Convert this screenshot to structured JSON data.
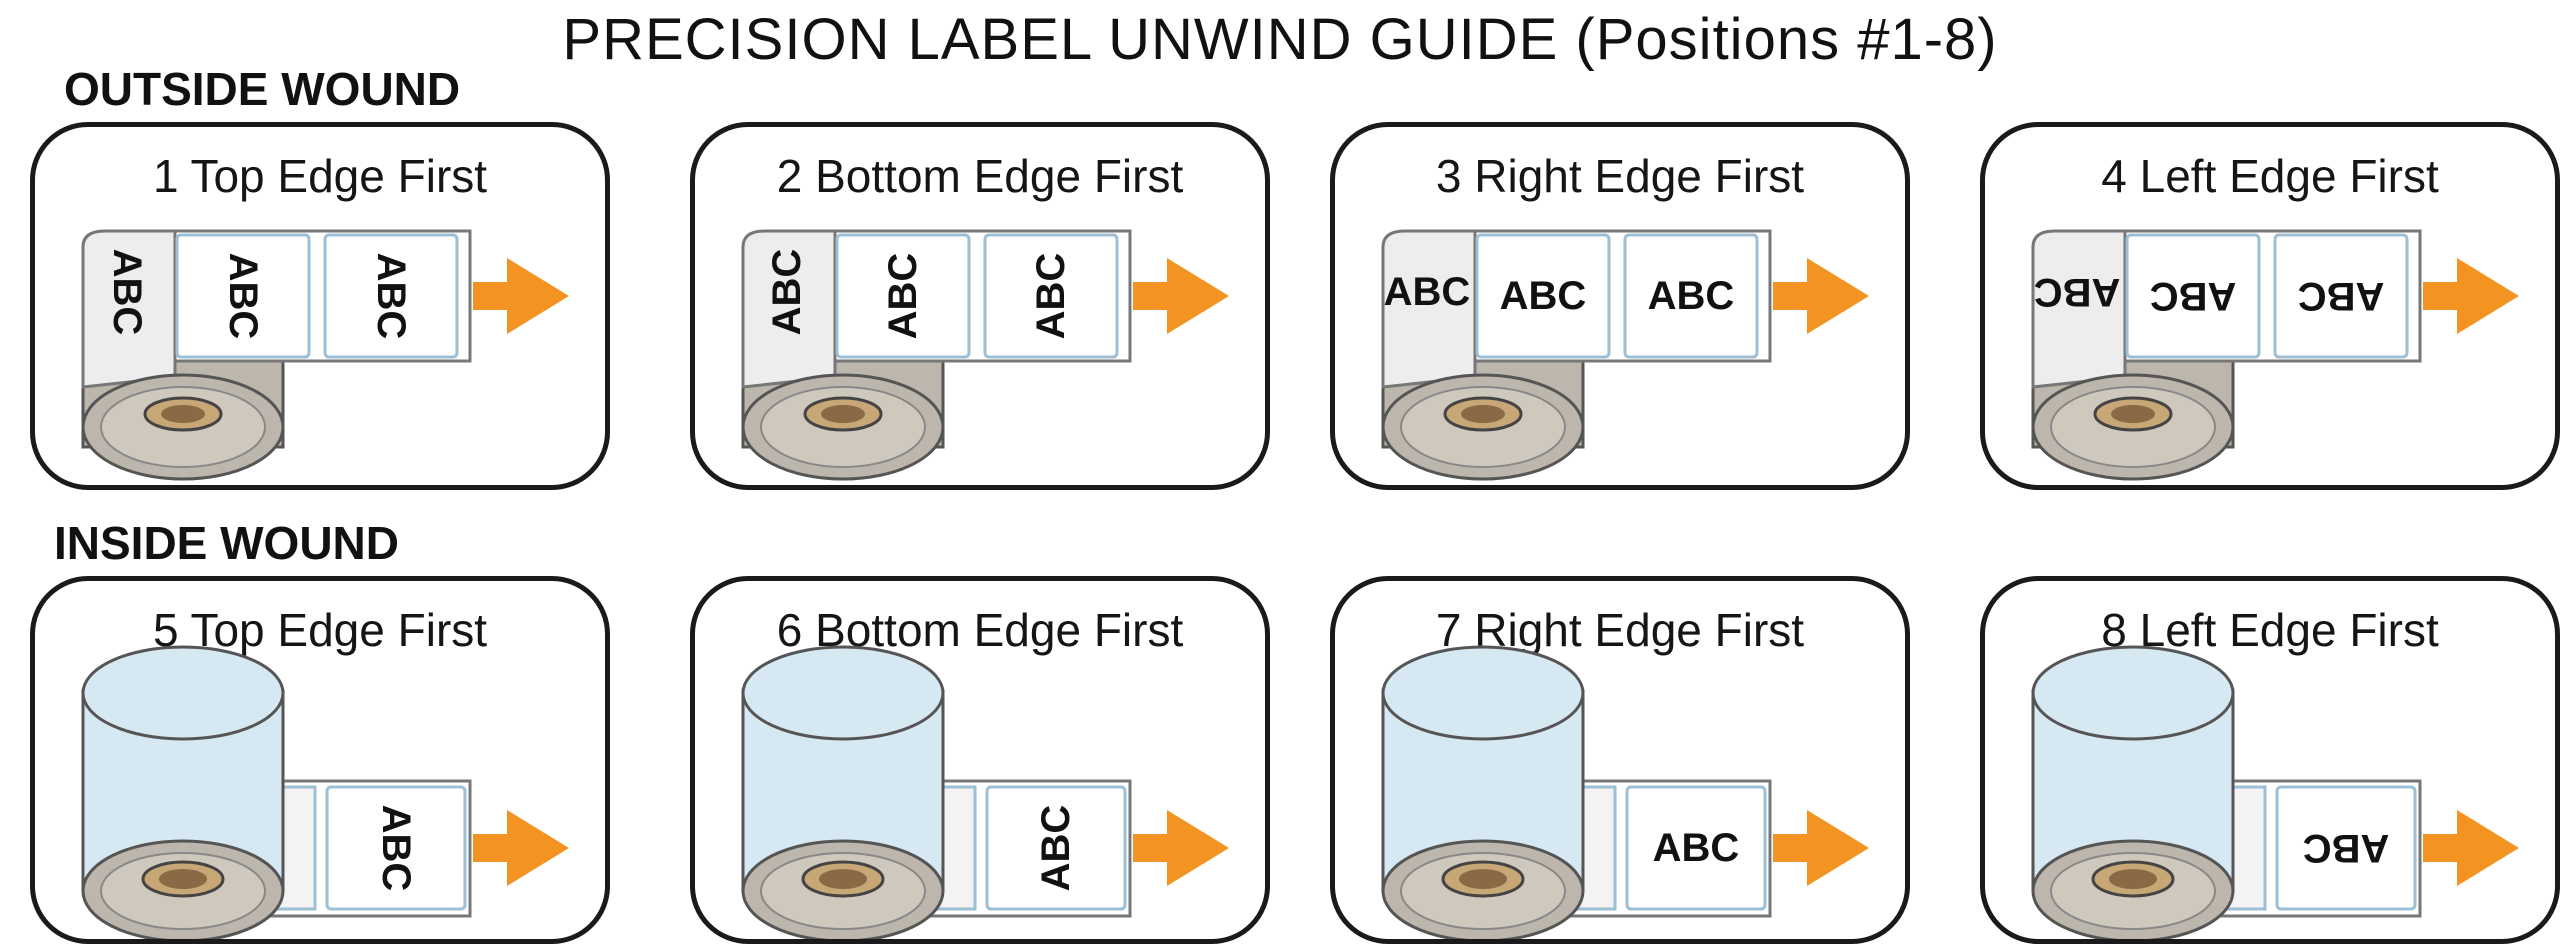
{
  "title": "PRECISION LABEL UNWIND GUIDE (Positions #1-8)",
  "sections": {
    "outside": "OUTSIDE WOUND",
    "inside": "INSIDE WOUND"
  },
  "label_text": "ABC",
  "colors": {
    "arrow": "#F39321",
    "outer_roll": "#EDEDED",
    "inner_roll": "#D6E8F2",
    "core": "#C8A777",
    "roll_side": "#BDB6AC",
    "label_edge": "#9DBFD6"
  },
  "positions": [
    {
      "title": "1 Top Edge First",
      "wound": "outside",
      "orientation": "top"
    },
    {
      "title": "2 Bottom Edge First",
      "wound": "outside",
      "orientation": "bottom"
    },
    {
      "title": "3 Right Edge First",
      "wound": "outside",
      "orientation": "right"
    },
    {
      "title": "4 Left Edge First",
      "wound": "outside",
      "orientation": "left"
    },
    {
      "title": "5 Top Edge First",
      "wound": "inside",
      "orientation": "top"
    },
    {
      "title": "6 Bottom Edge First",
      "wound": "inside",
      "orientation": "bottom"
    },
    {
      "title": "7 Right Edge First",
      "wound": "inside",
      "orientation": "right"
    },
    {
      "title": "8 Left Edge First",
      "wound": "inside",
      "orientation": "left"
    }
  ]
}
